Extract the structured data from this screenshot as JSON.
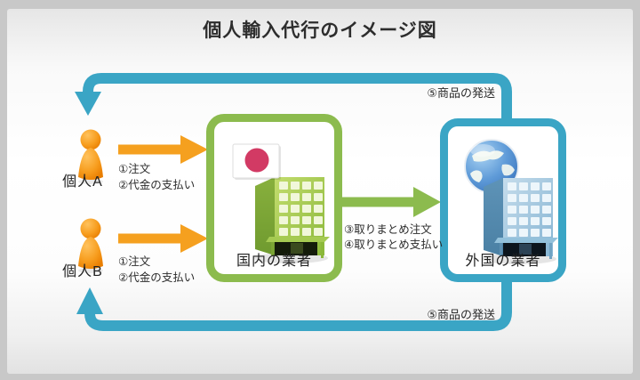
{
  "title": "個人輸入代行のイメージ図",
  "colors": {
    "route_blue": "#3aa5c5",
    "order_orange": "#f5a01f",
    "vendor_green": "#8cbb4e",
    "flag_red": "#d23a64"
  },
  "persons": [
    {
      "label": "個人A",
      "steps": [
        "①注文",
        "②代金の支払い"
      ]
    },
    {
      "label": "個人B",
      "steps": [
        "①注文",
        "②代金の支払い"
      ]
    }
  ],
  "domestic_box": {
    "label": "国内の業者",
    "icon": "japan-flag-and-building"
  },
  "foreign_box": {
    "label": "外国の業者",
    "icon": "globe-and-building"
  },
  "transfer_labels": [
    "③取りまとめ注文",
    "④取りまとめ支払い"
  ],
  "shipping": {
    "top": "⑤商品の発送",
    "bottom": "⑤商品の発送"
  }
}
